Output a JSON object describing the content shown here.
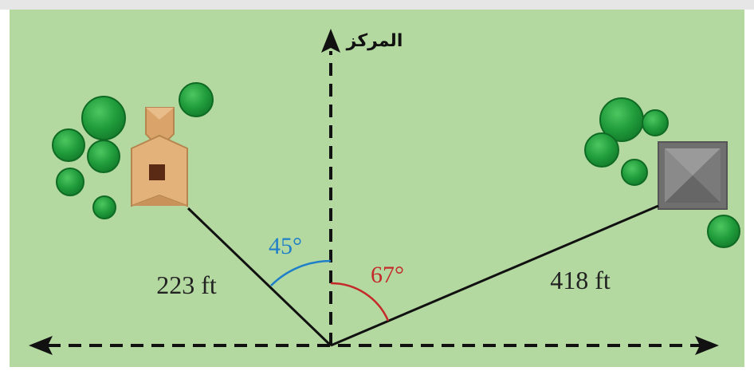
{
  "diagram": {
    "north_label": "المركز",
    "left_angle_label": "45°",
    "right_angle_label": "67°",
    "left_distance_label": "223 ft",
    "right_distance_label": "418 ft"
  },
  "colors": {
    "background": "#b3d9a0",
    "left_angle": "#1f7fc8",
    "right_angle": "#c42a2a",
    "tree": "#1f9a3a",
    "house_left": "#e3b27a",
    "house_right": "#777777",
    "line": "#111111"
  }
}
